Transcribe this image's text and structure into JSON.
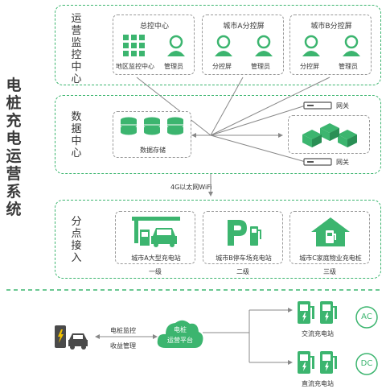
{
  "system_title": "电桩充电运营系统",
  "sections": {
    "ops": {
      "label": "运营监控中心",
      "hq": {
        "title": "总控中心",
        "left_label": "地区监控中心",
        "right_label": "管理员"
      },
      "city_a": {
        "title": "城市A分控屏",
        "left_label": "分控屏",
        "right_label": "管理员"
      },
      "city_b": {
        "title": "城市B分控屏",
        "left_label": "分控屏",
        "right_label": "管理员"
      }
    },
    "data": {
      "label": "数据中心",
      "storage_label": "数据存储",
      "gateway_top": "网关",
      "gateway_bottom": "网关"
    },
    "network_label": "4G以太网WiFi",
    "access": {
      "label": "分点接入",
      "stations": [
        {
          "name": "城市A大型充电站",
          "level": "一级"
        },
        {
          "name": "城市B停车场充电站",
          "level": "二级"
        },
        {
          "name": "城市C家庭物业充电桩",
          "level": "三级"
        }
      ]
    }
  },
  "bottom": {
    "monitor_line1": "电桩监控",
    "monitor_line2": "收益管理",
    "cloud_line1": "电桩",
    "cloud_line2": "运营平台",
    "ac_station": "交流充电站",
    "dc_station": "直流充电站",
    "ac_badge": "AC",
    "dc_badge": "DC"
  },
  "colors": {
    "accent": "#3cb56f",
    "text": "#333333",
    "dashed_gray": "#9a9a9a"
  }
}
